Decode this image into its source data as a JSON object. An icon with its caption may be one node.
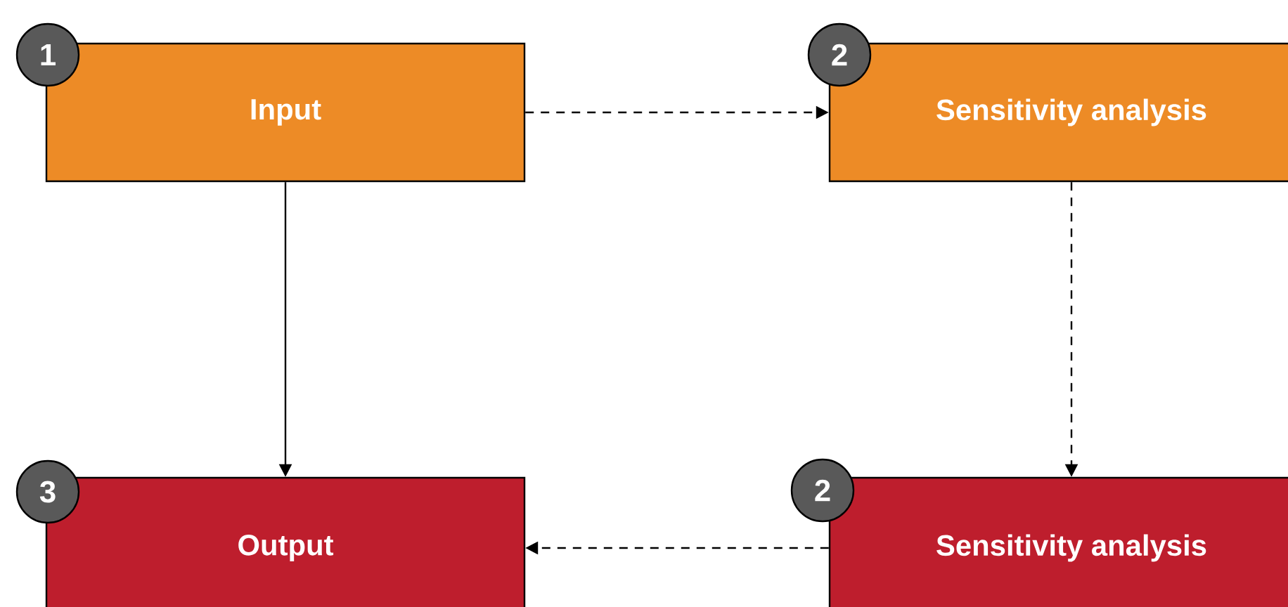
{
  "diagram": {
    "nodes": [
      {
        "text": [
          "1"
        ]
      },
      {
        "text": [
          "Input"
        ]
      },
      {
        "text": [
          "2"
        ]
      },
      {
        "text": [
          "Sensitivity analysis"
        ]
      },
      {
        "text": [
          "3"
        ]
      },
      {
        "text": [
          "Output"
        ]
      },
      {
        "text": [
          "2"
        ]
      },
      {
        "text": [
          "Sensitivity analysis"
        ]
      }
    ],
    "edges": [
      {
        "from": 1,
        "to": 3,
        "arrow": "to",
        "style": "dashed"
      },
      {
        "from": 1,
        "to": 5,
        "arrow": "to"
      },
      {
        "from": 3,
        "to": 7,
        "arrow": "to",
        "style": "dashed"
      },
      {
        "from": 7,
        "to": 5,
        "arrow": "to",
        "style": "dashed"
      }
    ]
  }
}
